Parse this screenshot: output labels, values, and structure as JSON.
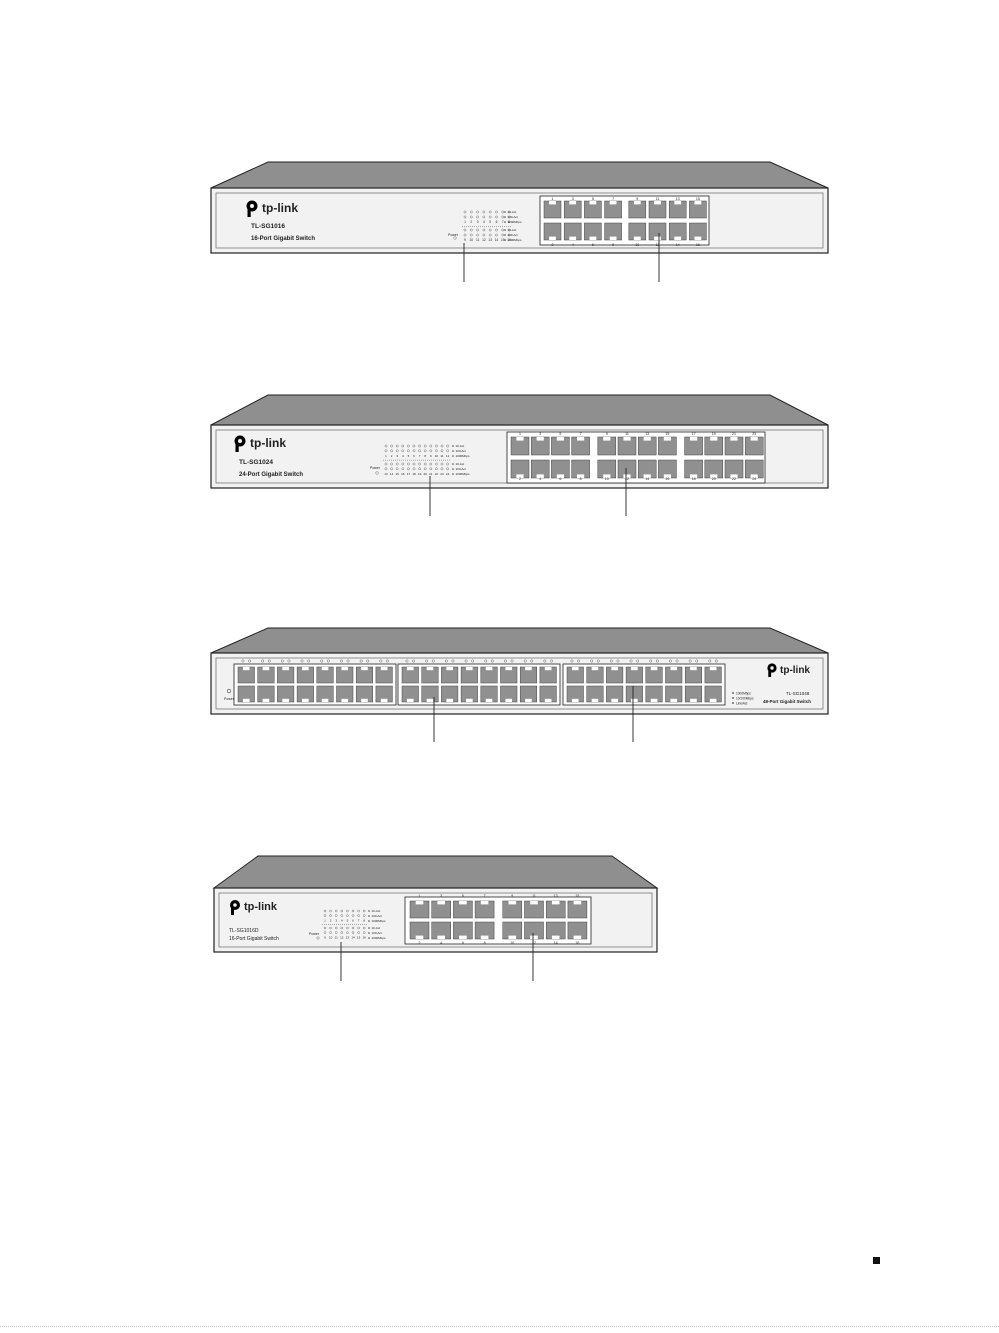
{
  "colors": {
    "panel": "#f2f2f2",
    "top": "#8f8f8f",
    "port": "#909090",
    "line": "#222222",
    "accent": "#000000"
  },
  "switches": [
    {
      "name": "sg1016",
      "brand": "tp-link",
      "model": "TL-SG1016",
      "description": "16-Port Gigabit Switch",
      "power_label": "Power",
      "legend": [
        "10-Act",
        "100-Act",
        "1000Mbps"
      ],
      "led_top": [
        "1",
        "2",
        "3",
        "4",
        "5",
        "6",
        "7",
        "8"
      ],
      "led_bottom": [
        "9",
        "10",
        "11",
        "12",
        "13",
        "14",
        "15",
        "16"
      ],
      "top_numbers": [
        "1",
        "3",
        "5",
        "7",
        "9",
        "11",
        "13",
        "15"
      ],
      "bottom_numbers": [
        "2",
        "4",
        "6",
        "8",
        "10",
        "12",
        "14",
        "16"
      ],
      "port_cols": 8,
      "groups": 2
    },
    {
      "name": "sg1024",
      "brand": "tp-link",
      "model": "TL-SG1024",
      "description": "24-Port Gigabit Switch",
      "power_label": "Power",
      "legend": [
        "10-Act",
        "100-Act",
        "1000Mbps"
      ],
      "led_top": [
        "1",
        "2",
        "3",
        "4",
        "5",
        "6",
        "7",
        "8",
        "9",
        "10",
        "11",
        "12"
      ],
      "led_bottom": [
        "13",
        "14",
        "15",
        "16",
        "17",
        "18",
        "19",
        "20",
        "21",
        "22",
        "23",
        "24"
      ],
      "top_numbers": [
        "1",
        "3",
        "5",
        "7",
        "9",
        "11",
        "13",
        "15",
        "17",
        "19",
        "21",
        "23"
      ],
      "bottom_numbers": [
        "2",
        "4",
        "6",
        "8",
        "10",
        "12",
        "14",
        "16",
        "18",
        "20",
        "22",
        "24"
      ],
      "port_cols": 12,
      "groups": 3
    },
    {
      "name": "sg1048",
      "brand": "tp-link",
      "model": "TL-SG1048",
      "description": "48-Port Gigabit Switch",
      "power_label": "Power",
      "legend": [
        "1000Mbps",
        "10/100Mbps",
        "Link/Act"
      ],
      "port_cols": 24,
      "groups": 3
    },
    {
      "name": "sg1016d",
      "brand": "tp-link",
      "model": "TL-SG1016D",
      "description": "16-Port Gigabit Switch",
      "power_label": "Power",
      "legend": [
        "10-Act",
        "100-Act",
        "1000Mbps"
      ],
      "led_top": [
        "1",
        "2",
        "3",
        "4",
        "5",
        "6",
        "7",
        "8"
      ],
      "led_bottom": [
        "9",
        "10",
        "11",
        "12",
        "13",
        "14",
        "15",
        "16"
      ],
      "top_numbers": [
        "1",
        "3",
        "5",
        "7",
        "9",
        "11",
        "13",
        "15"
      ],
      "bottom_numbers": [
        "2",
        "4",
        "6",
        "8",
        "10",
        "12",
        "14",
        "16"
      ],
      "port_cols": 8,
      "groups": 2
    }
  ]
}
